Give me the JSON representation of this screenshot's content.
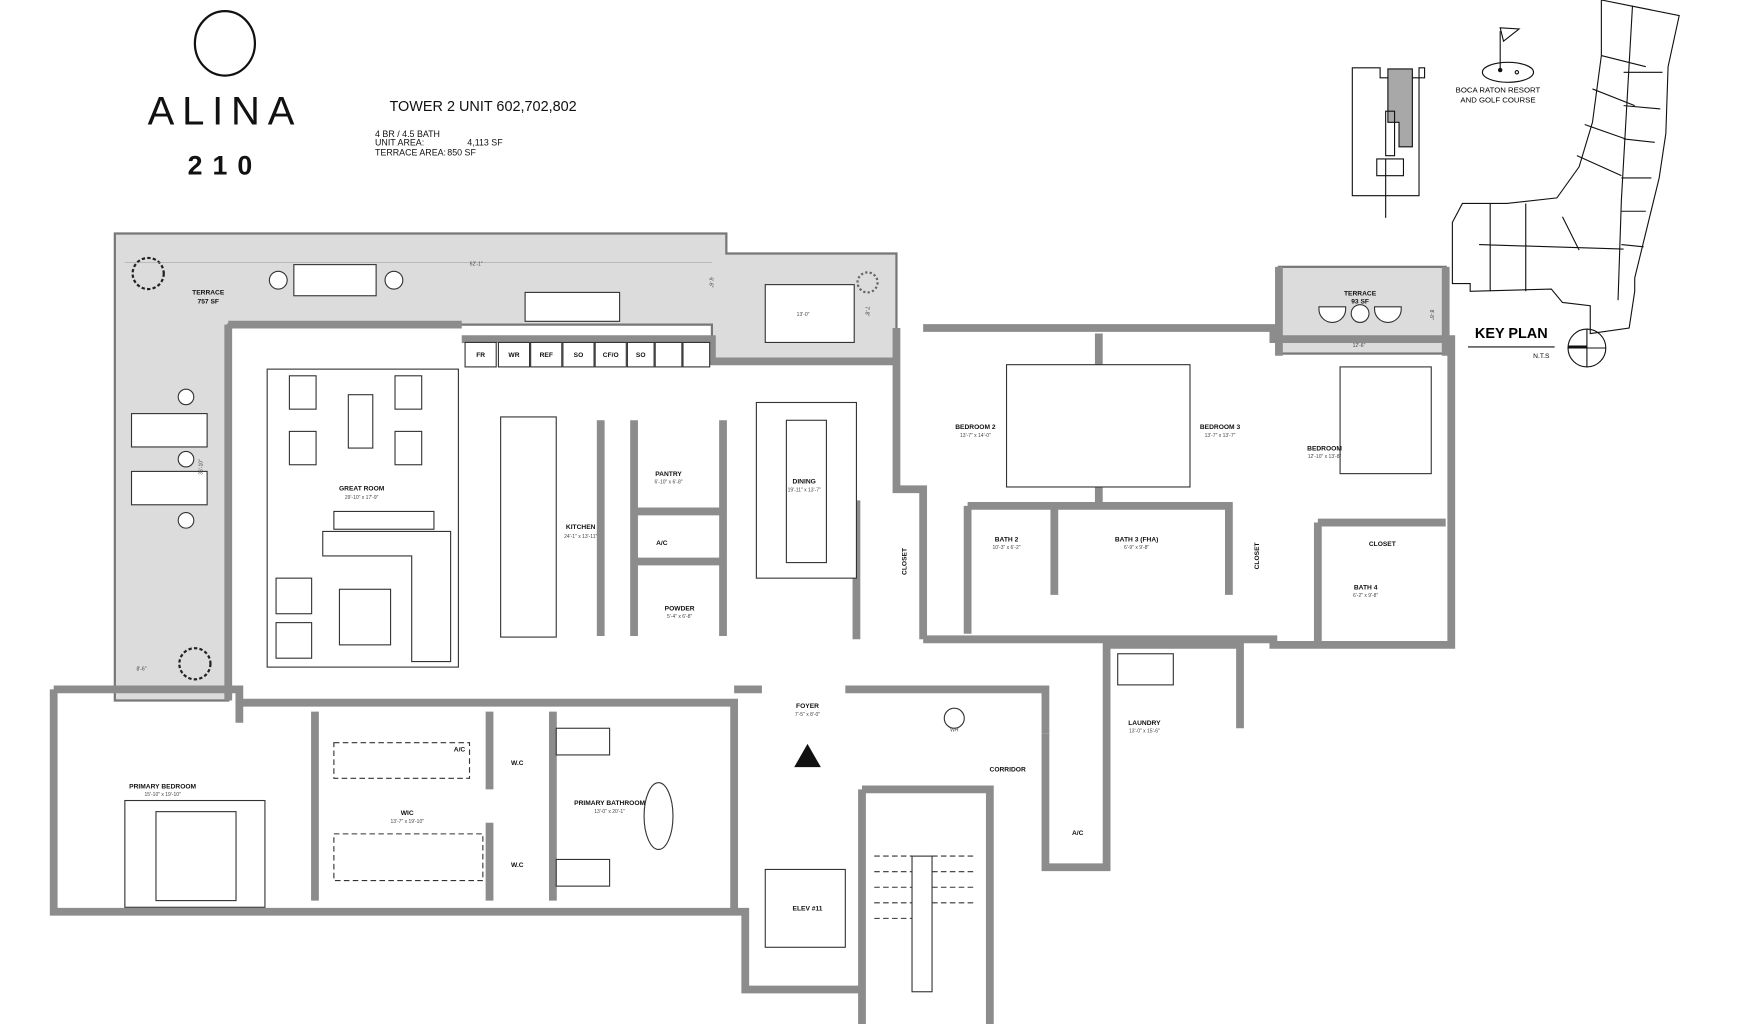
{
  "brand": {
    "logo_word": "ALINA",
    "logo_number": "210"
  },
  "unit": {
    "title": "TOWER 2 UNIT 602,702,802",
    "beds_baths": "4 BR / 4.5 BATH",
    "unit_area_label": "UNIT AREA:",
    "unit_area_value": "4,113 SF",
    "terrace_area_label": "TERRACE AREA:",
    "terrace_area_value": "850 SF"
  },
  "key_plan": {
    "title": "KEY PLAN",
    "scale": "N.T.S",
    "landmark_line1": "BOCA RATON RESORT",
    "landmark_line2": "AND GOLF COURSE"
  },
  "rooms": {
    "terrace_main": {
      "name": "TERRACE",
      "size": "757 SF"
    },
    "terrace_small": {
      "name": "TERRACE",
      "size": "93 SF"
    },
    "great_room": {
      "name": "GREAT ROOM",
      "size": "29'-10\" x 17'-9\""
    },
    "kitchen": {
      "name": "KITCHEN",
      "size": "24'-1\" x 13'-11\""
    },
    "pantry": {
      "name": "PANTRY",
      "size": "6'-10\" x 6'-8\""
    },
    "dining": {
      "name": "DINING",
      "size": "19'-11\" x 13'-7\""
    },
    "powder": {
      "name": "POWDER",
      "size": "5'-4\" x 6'-8\""
    },
    "bedroom2": {
      "name": "BEDROOM 2",
      "size": "13'-7\" x 14'-0\""
    },
    "bedroom3": {
      "name": "BEDROOM 3",
      "size": "13'-7\" x 13'-7\""
    },
    "bedroom4": {
      "name": "BEDROOM",
      "size": "12'-10\" x 13'-8\""
    },
    "bath2": {
      "name": "BATH 2",
      "size": "10'-3\" x 6'-2\""
    },
    "bath3": {
      "name": "BATH 3 (FHA)",
      "size": "6'-9\" x 9'-8\""
    },
    "bath4": {
      "name": "BATH 4",
      "size": "6'-2\" x 9'-8\""
    },
    "closet": "CLOSET",
    "foyer": {
      "name": "FOYER",
      "size": "7'-5\" x 8'-0\""
    },
    "primary_bedroom": {
      "name": "PRIMARY BEDROOM",
      "size": "15'-10\" x 19'-10\""
    },
    "wic": {
      "name": "WIC",
      "size": "13'-7\" x 19'-10\""
    },
    "primary_bathroom": {
      "name": "PRIMARY BATHROOM",
      "size": "13'-0\" x 20'-1\""
    },
    "wc": "W.C",
    "ac": "A/C",
    "corridor": "CORRIDOR",
    "laundry": {
      "name": "LAUNDRY",
      "size": "13'-0\" x 15'-6\""
    },
    "elevator": "ELEV #11",
    "water_heater": "WH"
  },
  "appliances": [
    "FR",
    "WR",
    "REF",
    "SO",
    "CF/O",
    "SO"
  ],
  "dimensions": {
    "terrace_length": "62'-1\"",
    "terrace_height": "36'-10\"",
    "terrace_depth": "6'-6\"",
    "dining_terrace_width": "13'-0\"",
    "dining_terrace_depth": "7'-8\"",
    "small_terrace_width": "12'-6\"",
    "small_terrace_depth": "8'-8\"",
    "terrace_lower": "8'-6\""
  },
  "colors": {
    "wall": "#8c8c8c",
    "terrace": "#dcdcdc",
    "highlight_unit": "#a8a8a8"
  }
}
